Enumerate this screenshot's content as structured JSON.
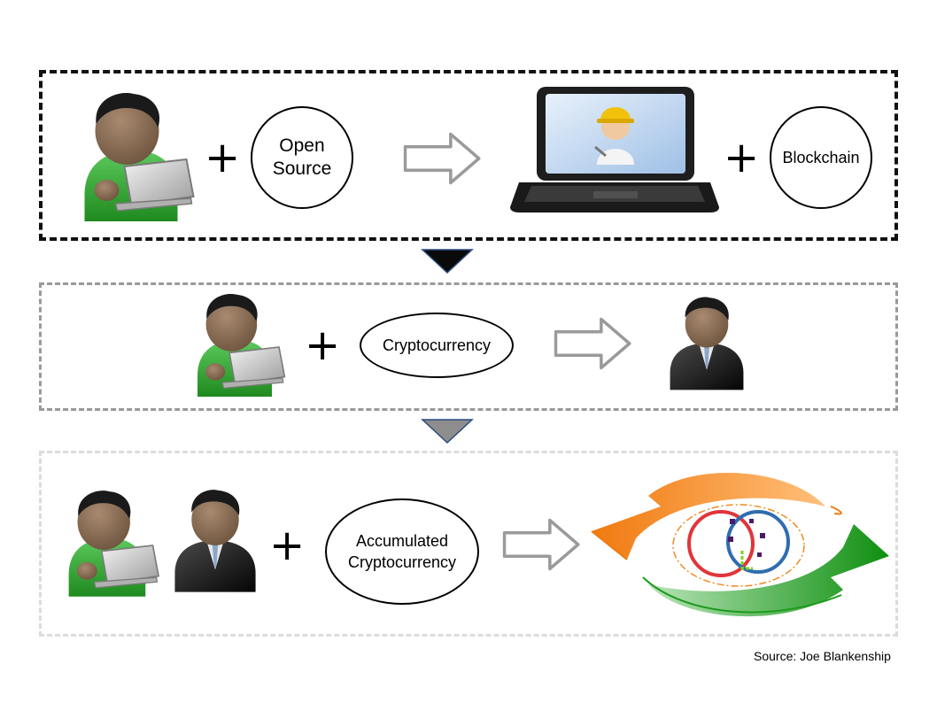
{
  "diagram": {
    "step1": {
      "plus_1": "+",
      "bubble_open_source": "Open\nSource",
      "plus_2": "+",
      "bubble_blockchain": "Blockchain"
    },
    "step2": {
      "plus": "+",
      "bubble_cryptocurrency": "Cryptocurrency"
    },
    "step3": {
      "plus": "+",
      "bubble_accumulated": "Accumulated\nCryptocurrency"
    }
  },
  "footer": {
    "source": "Source: Joe Blankenship"
  },
  "colors": {
    "developer_shirt": "#3aa83a",
    "skin": "#8a6e56",
    "hair": "#1a1a1a",
    "suit": "#141414",
    "arrow_orange": "#f08a24",
    "arrow_green": "#1c9a1c",
    "circle_red": "#e0353a",
    "circle_blue": "#2f6db0"
  },
  "icons": [
    "developer-icon",
    "laptop-miner-icon",
    "investor-icon",
    "cycle-logo-icon",
    "right-arrow-icon",
    "down-triangle-icon"
  ]
}
